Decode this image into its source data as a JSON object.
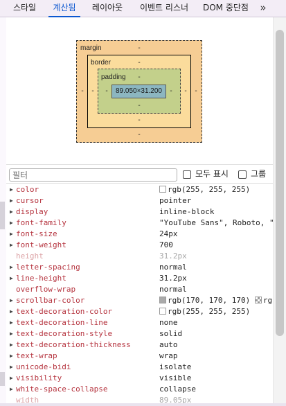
{
  "tabs": [
    {
      "label": "스타일",
      "active": false
    },
    {
      "label": "계산됨",
      "active": true
    },
    {
      "label": "레이아웃",
      "active": false
    },
    {
      "label": "이벤트 리스너",
      "active": false
    },
    {
      "label": "DOM 중단점",
      "active": false
    }
  ],
  "more_tabs_icon": "»",
  "box_model": {
    "margin": {
      "label": "margin",
      "top": "-",
      "right": "-",
      "bottom": "-",
      "left": "-"
    },
    "border": {
      "label": "border",
      "top": "-",
      "right": "-",
      "bottom": "-",
      "left": "-"
    },
    "padding": {
      "label": "padding",
      "top": "-",
      "right": "-",
      "bottom": "-",
      "left": "-"
    },
    "content": "89.050×31.200"
  },
  "filter": {
    "placeholder": "필터",
    "value": "",
    "show_all_label": "모두 표시",
    "group_label": "그룹"
  },
  "properties": [
    {
      "name": "color",
      "value": "rgb(255, 255, 255)",
      "swatch": "#ffffff",
      "expandable": true,
      "inherited": false
    },
    {
      "name": "cursor",
      "value": "pointer",
      "expandable": true,
      "inherited": false
    },
    {
      "name": "display",
      "value": "inline-block",
      "expandable": true,
      "inherited": false
    },
    {
      "name": "font-family",
      "value": "\"YouTube Sans\", Roboto, \"",
      "expandable": true,
      "inherited": false
    },
    {
      "name": "font-size",
      "value": "24px",
      "expandable": true,
      "inherited": false
    },
    {
      "name": "font-weight",
      "value": "700",
      "expandable": true,
      "inherited": false
    },
    {
      "name": "height",
      "value": "31.2px",
      "expandable": false,
      "inherited": true
    },
    {
      "name": "letter-spacing",
      "value": "normal",
      "expandable": true,
      "inherited": false
    },
    {
      "name": "line-height",
      "value": "31.2px",
      "expandable": true,
      "inherited": false
    },
    {
      "name": "overflow-wrap",
      "value": "normal",
      "expandable": false,
      "inherited": false
    },
    {
      "name": "scrollbar-color",
      "value": "rgb(170, 170, 170)",
      "swatch": "#aaaaaa",
      "extra": "rg",
      "extra_swatch": "checker",
      "expandable": true,
      "inherited": false
    },
    {
      "name": "text-decoration-color",
      "value": "rgb(255, 255, 255)",
      "swatch": "#ffffff",
      "expandable": true,
      "inherited": false
    },
    {
      "name": "text-decoration-line",
      "value": "none",
      "expandable": true,
      "inherited": false
    },
    {
      "name": "text-decoration-style",
      "value": "solid",
      "expandable": true,
      "inherited": false
    },
    {
      "name": "text-decoration-thickness",
      "value": "auto",
      "expandable": true,
      "inherited": false
    },
    {
      "name": "text-wrap",
      "value": "wrap",
      "expandable": true,
      "inherited": false
    },
    {
      "name": "unicode-bidi",
      "value": "isolate",
      "expandable": true,
      "inherited": false
    },
    {
      "name": "visibility",
      "value": "visible",
      "expandable": true,
      "inherited": false
    },
    {
      "name": "white-space-collapse",
      "value": "collapse",
      "expandable": true,
      "inherited": false
    },
    {
      "name": "width",
      "value": "89.05px",
      "expandable": false,
      "inherited": true
    }
  ],
  "colors": {
    "accent": "#0b57d0",
    "property_name": "#b5333e",
    "margin_fill": "#f6cd94",
    "border_fill": "#fbdc9c",
    "padding_fill": "#c3d08b",
    "content_fill": "#8cb6c0"
  }
}
